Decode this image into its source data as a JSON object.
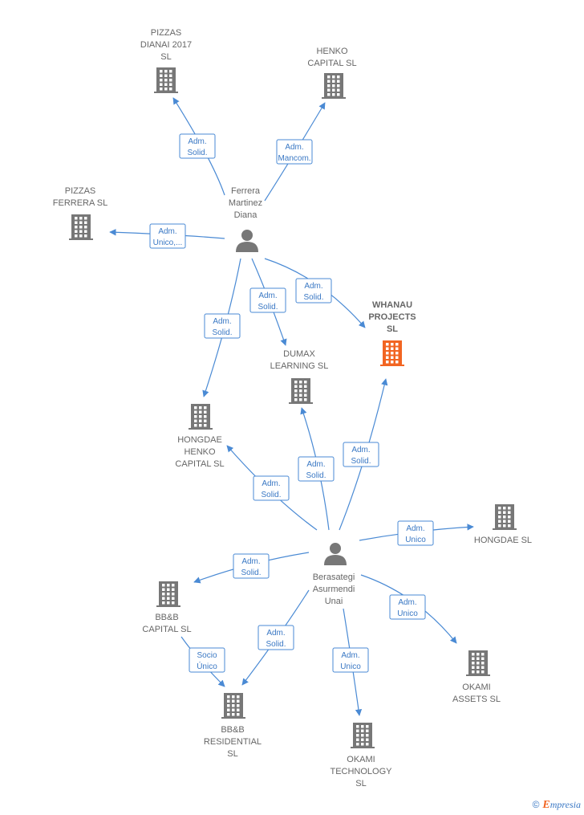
{
  "colors": {
    "edge": "#4a8ad4",
    "node": "#777777",
    "focus_node": "#f26522"
  },
  "nodes": [
    {
      "id": "pizzas_dianai",
      "kind": "company",
      "label_lines": [
        "PIZZAS",
        "DIANAI 2017",
        "SL"
      ],
      "focus": false
    },
    {
      "id": "henko_capital",
      "kind": "company",
      "label_lines": [
        "HENKO",
        "CAPITAL  SL"
      ],
      "focus": false
    },
    {
      "id": "pizzas_ferrera",
      "kind": "company",
      "label_lines": [
        "PIZZAS",
        "FERRERA  SL"
      ],
      "focus": false
    },
    {
      "id": "ferrera",
      "kind": "person",
      "label_lines": [
        "Ferrera",
        "Martinez",
        "Diana"
      ],
      "focus": false
    },
    {
      "id": "whanau",
      "kind": "company",
      "label_lines": [
        "WHANAU",
        "PROJECTS",
        "SL"
      ],
      "focus": true
    },
    {
      "id": "dumax",
      "kind": "company",
      "label_lines": [
        "DUMAX",
        "LEARNING  SL"
      ],
      "focus": false
    },
    {
      "id": "hongdae_henko",
      "kind": "company",
      "label_lines": [
        "HONGDAE",
        "HENKO",
        "CAPITAL  SL"
      ],
      "focus": false
    },
    {
      "id": "hongdae",
      "kind": "company",
      "label_lines": [
        "HONGDAE  SL"
      ],
      "focus": false
    },
    {
      "id": "berasategi",
      "kind": "person",
      "label_lines": [
        "Berasategi",
        "Asurmendi",
        "Unai"
      ],
      "focus": false
    },
    {
      "id": "bbb_capital",
      "kind": "company",
      "label_lines": [
        "BB&B",
        "CAPITAL  SL"
      ],
      "focus": false
    },
    {
      "id": "okami_assets",
      "kind": "company",
      "label_lines": [
        "OKAMI",
        "ASSETS  SL"
      ],
      "focus": false
    },
    {
      "id": "bbb_residential",
      "kind": "company",
      "label_lines": [
        "BB&B",
        "RESIDENTIAL",
        "SL"
      ],
      "focus": false
    },
    {
      "id": "okami_tech",
      "kind": "company",
      "label_lines": [
        "OKAMI",
        "TECHNOLOGY",
        "SL"
      ],
      "focus": false
    }
  ],
  "edges": [
    {
      "from": "ferrera",
      "to": "pizzas_dianai",
      "label_lines": [
        "Adm.",
        "Solid."
      ]
    },
    {
      "from": "ferrera",
      "to": "henko_capital",
      "label_lines": [
        "Adm.",
        "Mancom."
      ]
    },
    {
      "from": "ferrera",
      "to": "pizzas_ferrera",
      "label_lines": [
        "Adm.",
        "Unico,..."
      ]
    },
    {
      "from": "ferrera",
      "to": "whanau",
      "label_lines": [
        "Adm.",
        "Solid."
      ]
    },
    {
      "from": "ferrera",
      "to": "dumax",
      "label_lines": [
        "Adm.",
        "Solid."
      ]
    },
    {
      "from": "ferrera",
      "to": "hongdae_henko",
      "label_lines": [
        "Adm.",
        "Solid."
      ]
    },
    {
      "from": "berasategi",
      "to": "hongdae_henko",
      "label_lines": [
        "Adm.",
        "Solid."
      ]
    },
    {
      "from": "berasategi",
      "to": "dumax",
      "label_lines": [
        "Adm.",
        "Solid."
      ]
    },
    {
      "from": "berasategi",
      "to": "whanau",
      "label_lines": [
        "Adm.",
        "Solid."
      ]
    },
    {
      "from": "berasategi",
      "to": "hongdae",
      "label_lines": [
        "Adm.",
        "Unico"
      ]
    },
    {
      "from": "berasategi",
      "to": "bbb_capital",
      "label_lines": [
        "Adm.",
        "Solid."
      ]
    },
    {
      "from": "berasategi",
      "to": "okami_assets",
      "label_lines": [
        "Adm.",
        "Unico"
      ]
    },
    {
      "from": "berasategi",
      "to": "bbb_residential",
      "label_lines": [
        "Adm.",
        "Solid."
      ]
    },
    {
      "from": "berasategi",
      "to": "okami_tech",
      "label_lines": [
        "Adm.",
        "Unico"
      ]
    },
    {
      "from": "bbb_capital",
      "to": "bbb_residential",
      "label_lines": [
        "Socio",
        "Único"
      ]
    }
  ],
  "footer": {
    "copyright": "©",
    "brand_initial": "E",
    "brand_rest": "mpresia"
  }
}
